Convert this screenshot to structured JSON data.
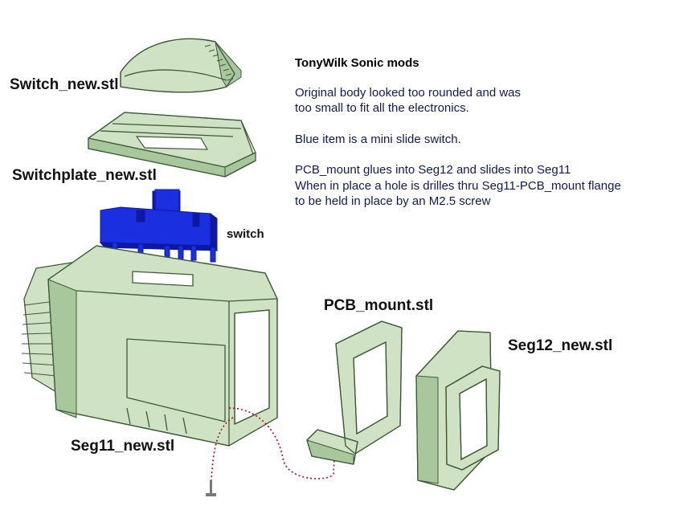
{
  "labels": {
    "switch_new": "Switch_new.stl",
    "switchplate_new": "Switchplate_new.stl",
    "switch": "switch",
    "pcb_mount": "PCB_mount.stl",
    "seg12_new": "Seg12_new.stl",
    "seg11_new": "Seg11_new.stl"
  },
  "notes": {
    "title": "TonyWilk Sonic mods",
    "para1": [
      "Original body looked too rounded and was",
      "too small to fit all the electronics."
    ],
    "para2": [
      "Blue item is a mini slide switch."
    ],
    "para3": [
      "PCB_mount glues into Seg12 and slides into Seg11",
      "When in place a hole is drilles thru Seg11-PCB_mount flange",
      "to be held in place by an M2.5 screw"
    ]
  },
  "colors": {
    "part_fill": "#cfe3c4",
    "part_shade": "#a9c79c",
    "part_edge": "#3f5a3a",
    "switch_blue": "#1a2fe0",
    "switch_dark": "#0d1aa0",
    "path_red": "#c0001a",
    "screw": "#777777"
  }
}
